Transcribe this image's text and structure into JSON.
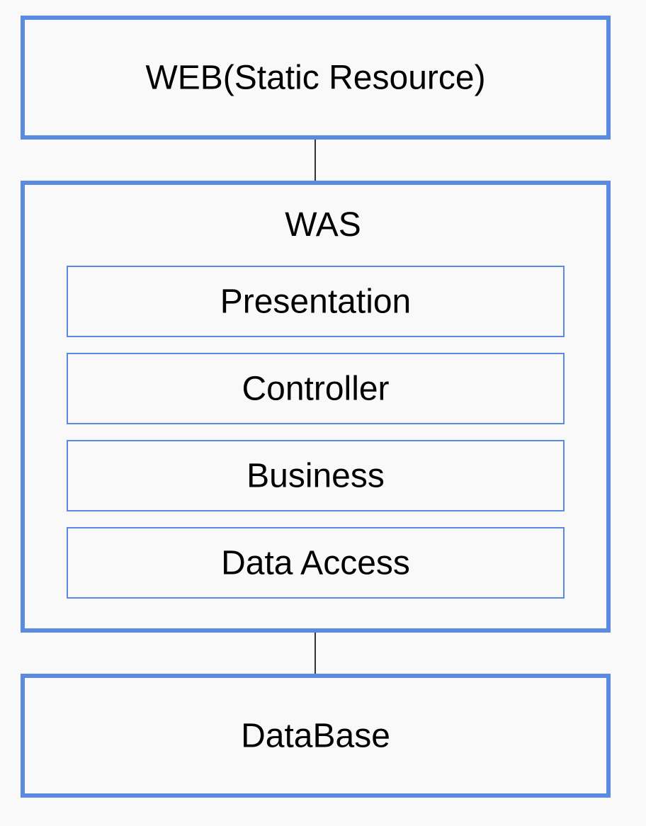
{
  "web": {
    "label": "WEB(Static Resource)"
  },
  "was": {
    "label": "WAS",
    "layers": [
      {
        "label": "Presentation"
      },
      {
        "label": "Controller"
      },
      {
        "label": "Business"
      },
      {
        "label": "Data Access"
      }
    ]
  },
  "database": {
    "label": "DataBase"
  },
  "colors": {
    "box_border": "#5b8be0",
    "connector": "#333333",
    "background": "#f9f9f9",
    "text": "#000000"
  }
}
